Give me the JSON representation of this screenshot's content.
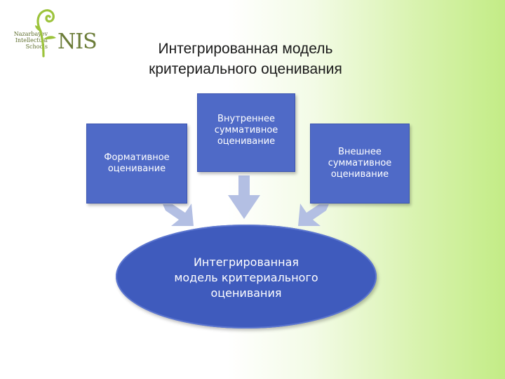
{
  "logo": {
    "text_lines": [
      "Nazarbayev",
      "Intellectual",
      "Schools"
    ],
    "wordmark": "NIS",
    "color": "#6b7c38"
  },
  "title": {
    "line1": "Интегрированная модель",
    "line2": "критериального оценивания"
  },
  "boxes": {
    "left": {
      "line1": "Формативное",
      "line2": "оценивание"
    },
    "center": {
      "line1": "Внутреннее",
      "line2": "суммативное",
      "line3": "оценивание"
    },
    "right": {
      "line1": "Внешнее",
      "line2": "суммативное",
      "line3": "оценивание"
    }
  },
  "result": {
    "line1": "Интегрированная",
    "line2": "модель критериального",
    "line3": "оценивания"
  },
  "colors": {
    "box_fill": "#4f6ac7",
    "ellipse_fill": "#3f5bbd",
    "arrow_fill": "#b3bfe3",
    "background_accent": "#c3ec86"
  }
}
